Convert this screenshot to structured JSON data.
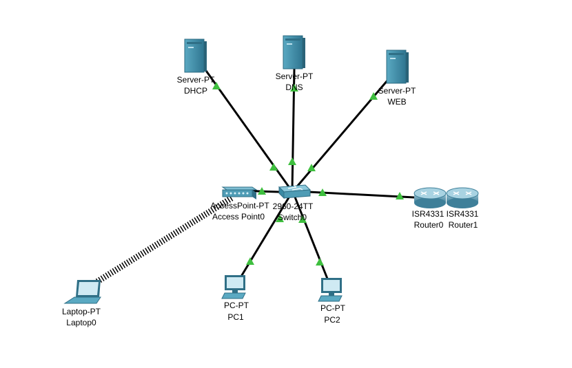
{
  "colors": {
    "link": "#000000",
    "link_status_up": "#3fbf3f",
    "device_body": "#4f9cb5",
    "device_dark": "#2f6f86"
  },
  "devices": {
    "dhcp": {
      "model": "Server-PT",
      "name": "DHCP",
      "icon": "server-icon"
    },
    "dns": {
      "model": "Server-PT",
      "name": "DNS",
      "icon": "server-icon"
    },
    "web": {
      "model": "Server-PT",
      "name": "WEB",
      "icon": "server-icon"
    },
    "ap": {
      "model": "AccessPoint-PT",
      "name": "Access Point0",
      "icon": "access-point-icon"
    },
    "switch": {
      "model": "2960-24TT",
      "name": "Switch0",
      "icon": "switch-icon"
    },
    "router0": {
      "model": "ISR4331",
      "name": "Router0",
      "icon": "router-icon"
    },
    "router1": {
      "model": "ISR4331",
      "name": "Router1",
      "icon": "router-icon"
    },
    "laptop": {
      "model": "Laptop-PT",
      "name": "Laptop0",
      "icon": "laptop-icon"
    },
    "pc1": {
      "model": "PC-PT",
      "name": "PC1",
      "icon": "pc-icon"
    },
    "pc2": {
      "model": "PC-PT",
      "name": "PC2",
      "icon": "pc-icon"
    }
  },
  "links": [
    {
      "from": "switch",
      "to": "dhcp",
      "type": "copper"
    },
    {
      "from": "switch",
      "to": "dns",
      "type": "copper"
    },
    {
      "from": "switch",
      "to": "web",
      "type": "copper"
    },
    {
      "from": "switch",
      "to": "ap",
      "type": "copper"
    },
    {
      "from": "switch",
      "to": "router0",
      "type": "copper"
    },
    {
      "from": "switch",
      "to": "pc1",
      "type": "copper"
    },
    {
      "from": "switch",
      "to": "pc2",
      "type": "copper"
    },
    {
      "from": "ap",
      "to": "laptop",
      "type": "wireless"
    }
  ]
}
